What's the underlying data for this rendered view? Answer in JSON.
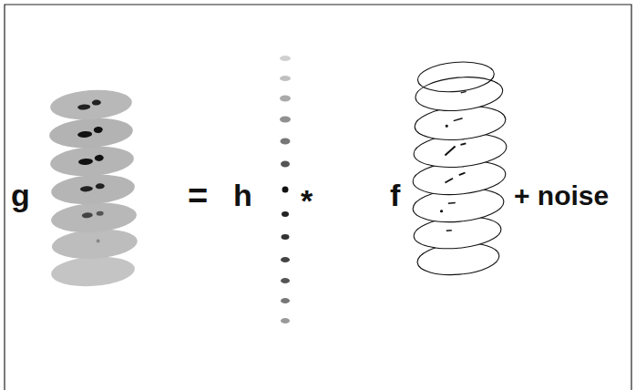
{
  "diagram": {
    "labels": [
      "g",
      "=",
      "h",
      "*",
      "f",
      "+ noise"
    ]
  }
}
